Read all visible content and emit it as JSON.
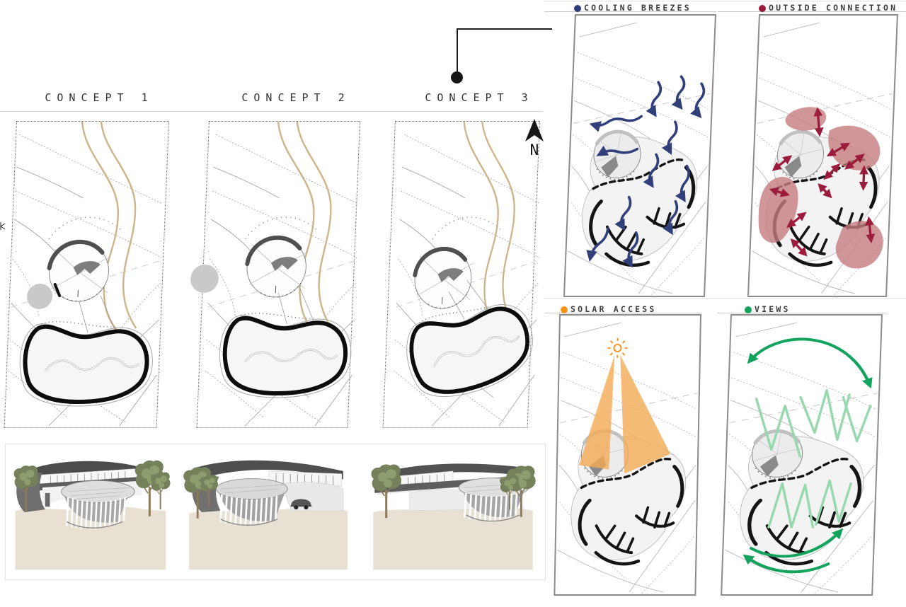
{
  "concepts": {
    "items": [
      {
        "label": "CONCEPT 1"
      },
      {
        "label": "CONCEPT 2"
      },
      {
        "label": "CONCEPT 3"
      }
    ]
  },
  "north": {
    "label": "N"
  },
  "legend": {
    "panels": [
      {
        "id": "cooling-breezes",
        "label": "COOLING BREEZES",
        "dot_color": "#2e3d78"
      },
      {
        "id": "outside-connection",
        "label": "OUTSIDE CONNECTION",
        "dot_color": "#9b1c3c"
      },
      {
        "id": "solar-access",
        "label": "SOLAR ACCESS",
        "dot_color": "#f7941d"
      },
      {
        "id": "views",
        "label": "VIEWS",
        "dot_color": "#12a35c"
      }
    ]
  },
  "icons": {
    "north_arrow": "▲",
    "sun": "☼",
    "legend_dot": "●",
    "wind_arrow": "wavy-arrow",
    "connection_arrow": "double-headed-arrow",
    "view_arrow": "curved-arrow"
  },
  "colors": {
    "navy": "#31407b",
    "maroon": "#9b1c3c",
    "rose_zone": "#c67c7f",
    "orange": "#f7941d",
    "solar_beam": "#f3ab55",
    "green": "#12a35c",
    "light_green": "#97d8ae",
    "road_tan": "#cdb489",
    "ground_beige": "#e8e1d3",
    "panel_border": "#8c8c8c",
    "ink": "#141414"
  }
}
